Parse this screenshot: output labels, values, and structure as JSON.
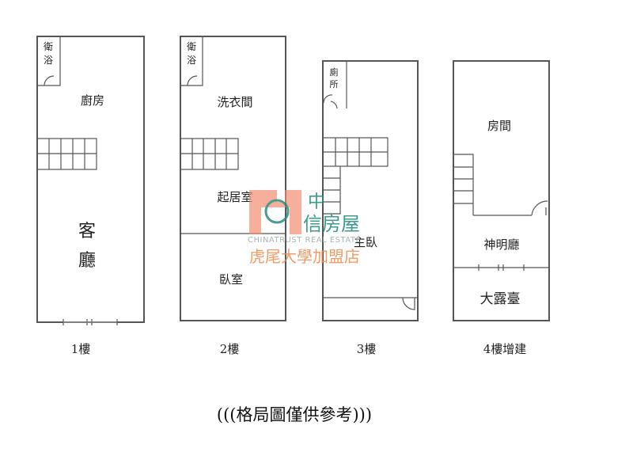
{
  "floors": [
    {
      "label": "1樓",
      "rooms": {
        "bath": [
          "衛",
          "浴"
        ],
        "kitchen": "廚房",
        "living": [
          "客",
          "廳"
        ]
      }
    },
    {
      "label": "2樓",
      "rooms": {
        "bath": [
          "衛",
          "浴"
        ],
        "laundry": "洗衣間",
        "lounge": "起居室",
        "bedroom": "臥室"
      }
    },
    {
      "label": "3樓",
      "rooms": {
        "toilet": [
          "廁",
          "所"
        ],
        "master": "主臥"
      }
    },
    {
      "label": "4樓增建",
      "rooms": {
        "room": "房間",
        "shrine": "神明廳",
        "terrace": "大露臺"
      }
    }
  ],
  "footer": "(((格局圖僅供參考)))",
  "watermark": {
    "brand": "中信房屋",
    "brand_top": "中",
    "brand_bottom": "信房屋",
    "english": "CHINATRUST REAL ESTATE",
    "branch": "虎尾大學加盟店",
    "colors": {
      "teal": "#1a8a7a",
      "orange": "#f08a4b",
      "red": "#e85a3c"
    }
  }
}
